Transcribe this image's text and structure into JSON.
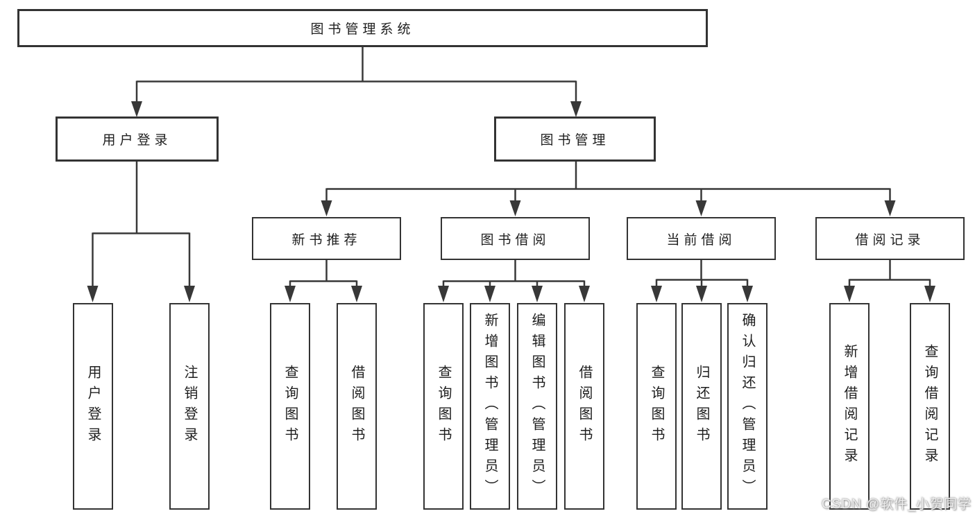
{
  "root": "图书管理系统",
  "branches": {
    "user_login": "用户登录",
    "book_mgmt": "图书管理"
  },
  "modules": [
    "新书推荐",
    "图书借阅",
    "当前借阅",
    "借阅记录"
  ],
  "leaves": {
    "user_login": [
      "用户登录",
      "注销登录"
    ],
    "new_book_rec": [
      "查询图书",
      "借阅图书"
    ],
    "book_borrow": [
      "查询图书",
      "新增图书（管理员）",
      "编辑图书（管理员）",
      "借阅图书"
    ],
    "current_borrow": [
      "查询图书",
      "归还图书",
      "确认归还（管理员）"
    ],
    "borrow_records": [
      "新增借阅记录",
      "查询借阅记录"
    ]
  },
  "watermark": "CSDN @软件_小贺同学",
  "colors": {
    "line": "#383838",
    "border": "#333333",
    "text": "#1e1e1e",
    "background": "#ffffff"
  }
}
